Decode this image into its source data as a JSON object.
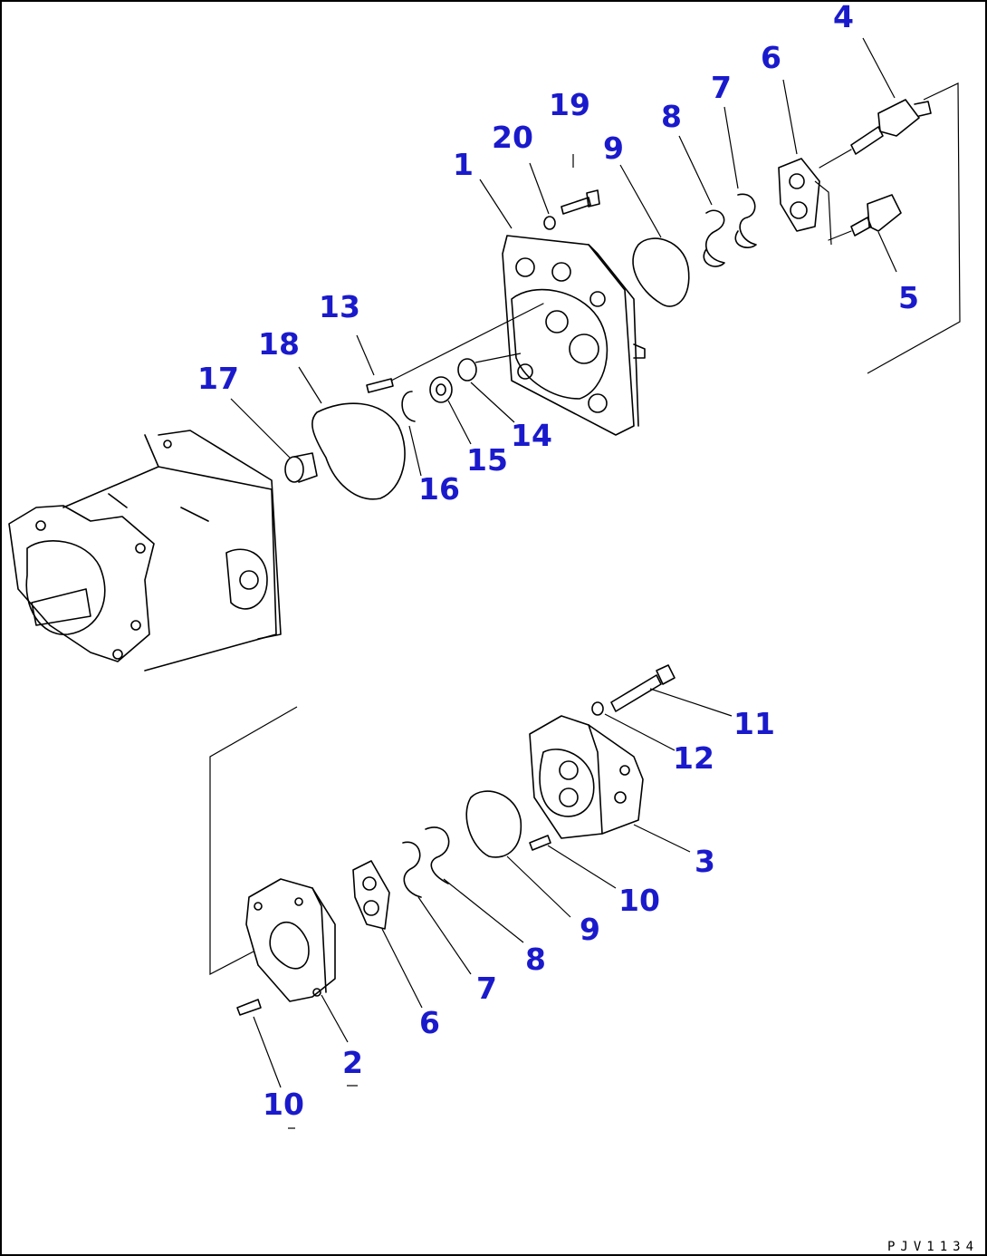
{
  "drawing_code": "PJV1134",
  "colors": {
    "callout": "#1a1acc",
    "line": "#000000",
    "background": "#ffffff"
  },
  "callouts": [
    {
      "id": "c1",
      "label": "1"
    },
    {
      "id": "c2",
      "label": "2"
    },
    {
      "id": "c3",
      "label": "3"
    },
    {
      "id": "c4",
      "label": "4"
    },
    {
      "id": "c5",
      "label": "5"
    },
    {
      "id": "c6a",
      "label": "6"
    },
    {
      "id": "c6b",
      "label": "6"
    },
    {
      "id": "c7a",
      "label": "7"
    },
    {
      "id": "c7b",
      "label": "7"
    },
    {
      "id": "c8a",
      "label": "8"
    },
    {
      "id": "c8b",
      "label": "8"
    },
    {
      "id": "c9a",
      "label": "9"
    },
    {
      "id": "c9b",
      "label": "9"
    },
    {
      "id": "c10a",
      "label": "10"
    },
    {
      "id": "c10b",
      "label": "10"
    },
    {
      "id": "c11",
      "label": "11"
    },
    {
      "id": "c12",
      "label": "12"
    },
    {
      "id": "c13",
      "label": "13"
    },
    {
      "id": "c14",
      "label": "14"
    },
    {
      "id": "c15",
      "label": "15"
    },
    {
      "id": "c16",
      "label": "16"
    },
    {
      "id": "c17",
      "label": "17"
    },
    {
      "id": "c18",
      "label": "18"
    },
    {
      "id": "c19",
      "label": "19"
    },
    {
      "id": "c20",
      "label": "20"
    }
  ]
}
